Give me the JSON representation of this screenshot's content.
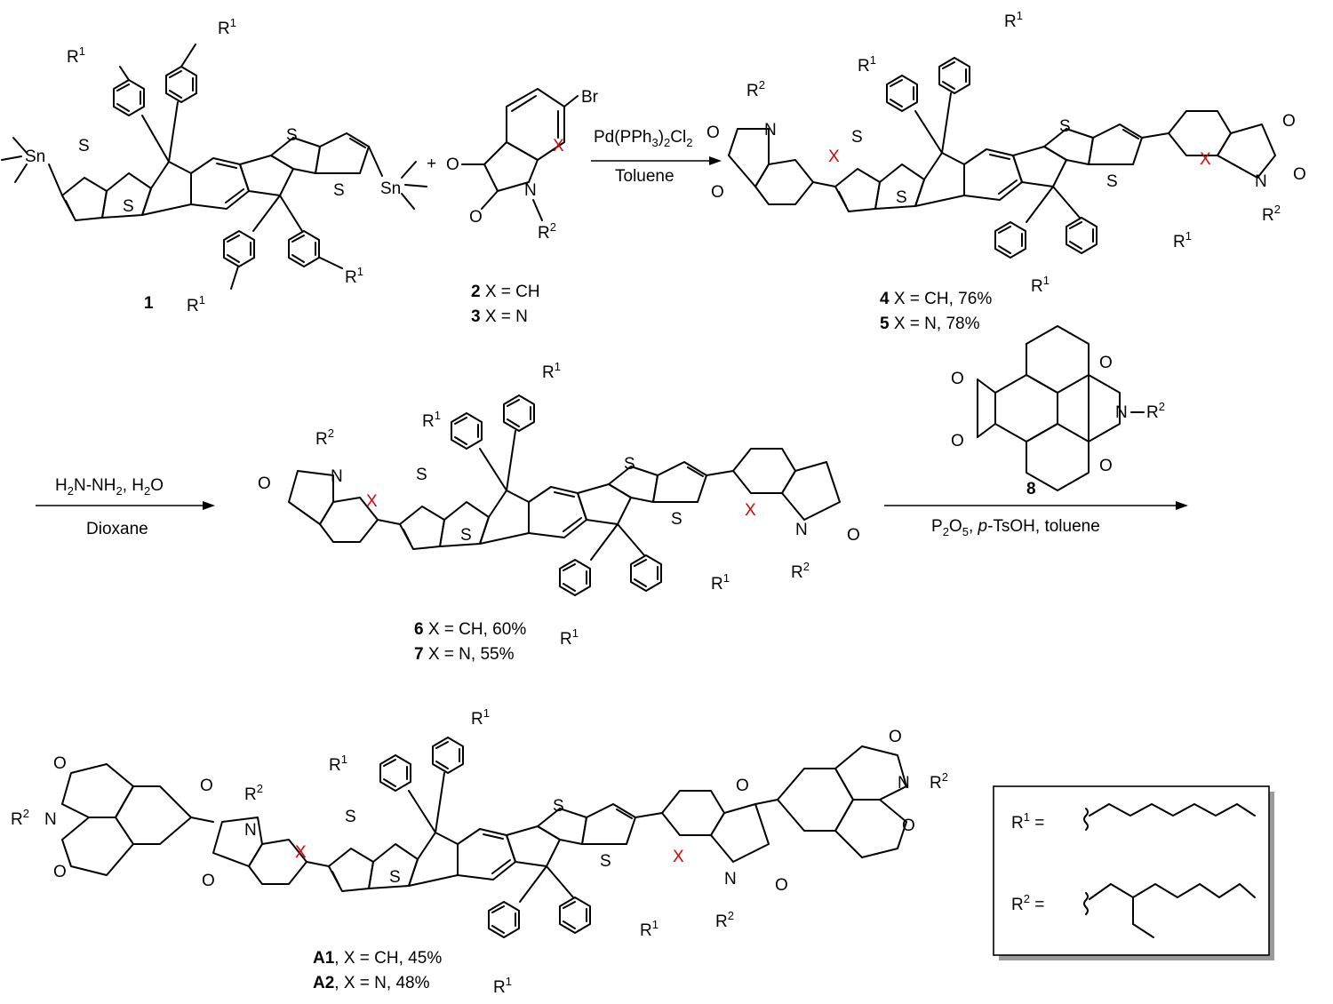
{
  "compounds": {
    "c1": "1",
    "c2": "2",
    "c2_text": " X = CH",
    "c3": "3",
    "c3_text": " X = N",
    "c4": "4",
    "c4_text": " X = CH, 76%",
    "c5": "5",
    "c5_text": " X = N, 78%",
    "c6": "6",
    "c6_text": " X = CH, 60%",
    "c7": "7",
    "c7_text": " X = N, 55%",
    "c8": "8",
    "a1": "A1",
    "a1_text": ", X = CH, 45%",
    "a2": "A2",
    "a2_text": ", X = N, 48%"
  },
  "plus": "+",
  "reagents": {
    "step1_catalyst": "Pd(PPh3)2Cl2",
    "step1_solvent": "Toluene",
    "step2_reagent": "H2N-NH2, H2O",
    "step2_solvent": "Dioxane",
    "step3_reagent": "P2O5, p-TsOH, toluene"
  },
  "atoms": {
    "sulfur": "S",
    "nitrogen": "N",
    "oxygen": "O",
    "tin": "Sn",
    "bromine": "Br",
    "x": "X",
    "r1": "R1",
    "r2": "R2"
  },
  "legend": {
    "r1_label": "R1 =",
    "r2_label": "R2 ="
  },
  "colors": {
    "x_atom": "#e00000",
    "bonds": "#000000"
  }
}
